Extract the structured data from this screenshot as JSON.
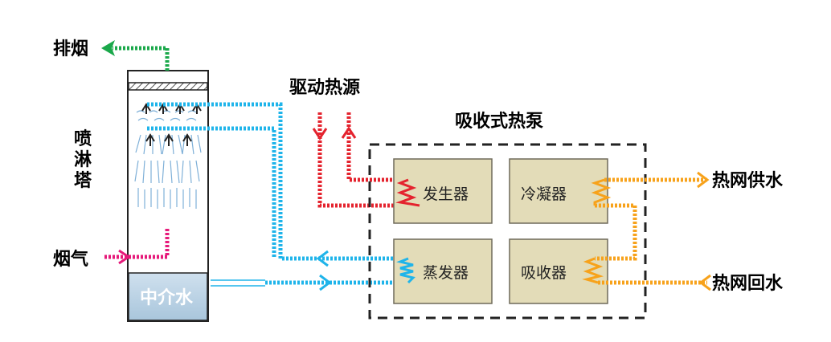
{
  "labels": {
    "exhaust": "排烟",
    "spray_tower": [
      "喷",
      "淋",
      "塔"
    ],
    "flue_gas": "烟气",
    "intermediate_water": "中介水",
    "drive_heat_source": "驱动热源",
    "heat_pump": "吸收式热泵",
    "generator": "发生器",
    "condenser": "冷凝器",
    "evaporator": "蒸发器",
    "absorber": "吸收器",
    "heat_supply": "热网供水",
    "heat_return": "热网回水"
  },
  "colors": {
    "green": "#1aa84a",
    "blue": "#1fb4ea",
    "red": "#e4232e",
    "magenta": "#e6197a",
    "orange": "#f7a21b",
    "box_fill": "#e3dcb8",
    "box_stroke": "#6f6a5a",
    "water_fill": "#b9d2e4"
  }
}
